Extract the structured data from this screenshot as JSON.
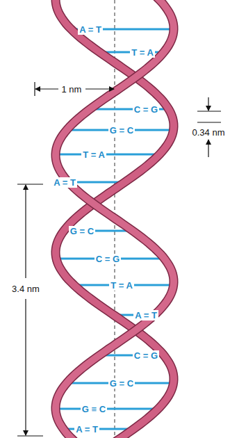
{
  "diagram": {
    "labels": [
      "A = T",
      "T = A",
      "C = G",
      "G = C",
      "T = A",
      "A = T",
      "G = C",
      "C = G",
      "T = A",
      "A = T",
      "C = G",
      "G = C",
      "G ≡ C",
      "A = T",
      "1 nm",
      "0.34 nm",
      "3.4 nm"
    ]
  }
}
